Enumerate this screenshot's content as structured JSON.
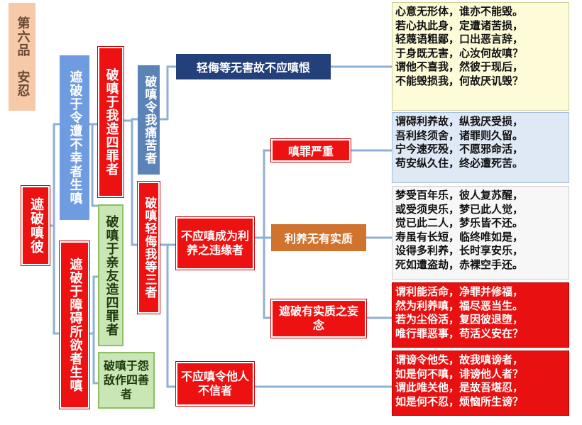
{
  "title": "第六品　安忍",
  "root": "遮破嗔彼",
  "branch1": "遮破于令遭不幸者生嗔",
  "branch2": "遮破于障碍所欲者生嗔",
  "b1_sub1": "破嗔于我造四罪者",
  "b1_sub1_a": "破嗔令我痛苦者",
  "b1_sub1_b": "破嗔轻侮我等三者",
  "b2_sub1": "破嗔于亲友造四罪者",
  "b2_sub2": "破嗔于怨敌作四善者",
  "topic1": "轻侮等无害故不应嗔恨",
  "topic2": "不应嗔成为利养之违缘者",
  "topic3": "不应嗔令他人不信者",
  "sub_a": "嗔罪严重",
  "sub_b": "利养无有实质",
  "sub_c": "遮破有实质之妄念",
  "verses": [
    "心意无形体，谁亦不能毁。\n若心执此身，定遭诸苦损，\n轻蔑语粗鄙，口出恶言辞，\n于身既无害，心汝何故嗔？\n谓他不喜我，然彼于现后，\n不能毁损我，何故厌讥毁？",
    "谓碍利养故，纵我厌受损，\n吾利终须舍，诸罪则久留。\n宁今速死殁，不愿邪命活，\n苟安纵久住，终必遭死苦。",
    "梦受百年乐，彼人复苏醒，\n或受须臾乐，梦已此人觉，\n觉已此二人，梦乐皆不还。\n寿虽有长短，临终唯如是，\n设得多利养，长时享安乐，\n死如遭盗劫，赤裸空手还。",
    "谓利能活命，净罪并修福，\n然为利养嗔，福尽恶当生。\n若为尘俗活，复因彼退堕，\n唯行罪恶事，苟活义安在？",
    "谓谤令他失，故我嗔谤者，\n如是何不嗔，诽谤他人者？\n谓此唯关他，是故吾堪忍，\n如是何不忍，烦恼所生谤？"
  ]
}
